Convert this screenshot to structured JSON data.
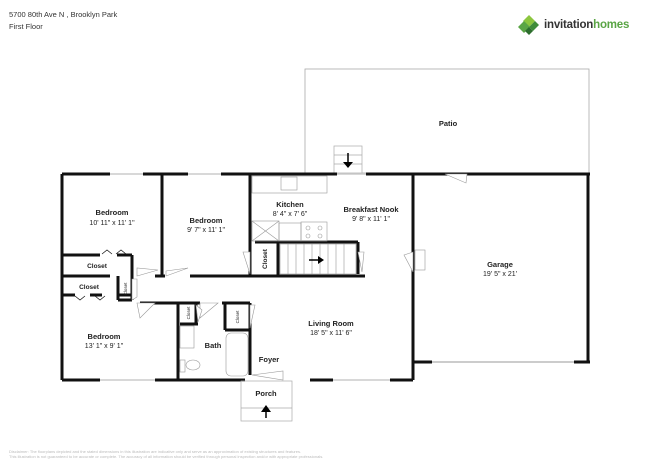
{
  "header": {
    "address": "5700 80th Ave N , Brooklyn Park",
    "floor": "First Floor"
  },
  "logo": {
    "name_part1": "invitation",
    "name_part2": "homes",
    "brand_color": "#5aa545"
  },
  "rooms": {
    "patio": {
      "name": "Patio"
    },
    "bedroom1": {
      "name": "Bedroom",
      "dims": "10' 11\" x 11' 1\""
    },
    "bedroom2": {
      "name": "Bedroom",
      "dims": "9' 7\" x 11' 1\""
    },
    "kitchen": {
      "name": "Kitchen",
      "dims": "8' 4\" x 7' 6\""
    },
    "breakfast": {
      "name": "Breakfast Nook",
      "dims": "9' 8\" x 11' 1\""
    },
    "garage": {
      "name": "Garage",
      "dims": "19' 5\" x 21'"
    },
    "closet1": {
      "name": "Closet"
    },
    "closet2": {
      "name": "Closet"
    },
    "closet3": {
      "name": "Closet"
    },
    "closet_kitchen": {
      "name": "Closet"
    },
    "closet_bath": {
      "name": "Closet"
    },
    "closet_hall": {
      "name": "Closet"
    },
    "bedroom3": {
      "name": "Bedroom",
      "dims": "13' 1\" x 9' 1\""
    },
    "bath": {
      "name": "Bath"
    },
    "living": {
      "name": "Living Room",
      "dims": "18' 5\" x 11' 6\""
    },
    "foyer": {
      "name": "Foyer"
    },
    "porch": {
      "name": "Porch"
    }
  },
  "disclaimer": {
    "line1": "Disclaimer: The floorplans depicted and the stated dimensions in this illustration are indicative only and serve as an approximation of existing structures and features.",
    "line2": "This illustration is not guaranteed to be accurate or complete. The accuracy of all information should be verified through personal inspection and/or with appropriate professionals."
  }
}
